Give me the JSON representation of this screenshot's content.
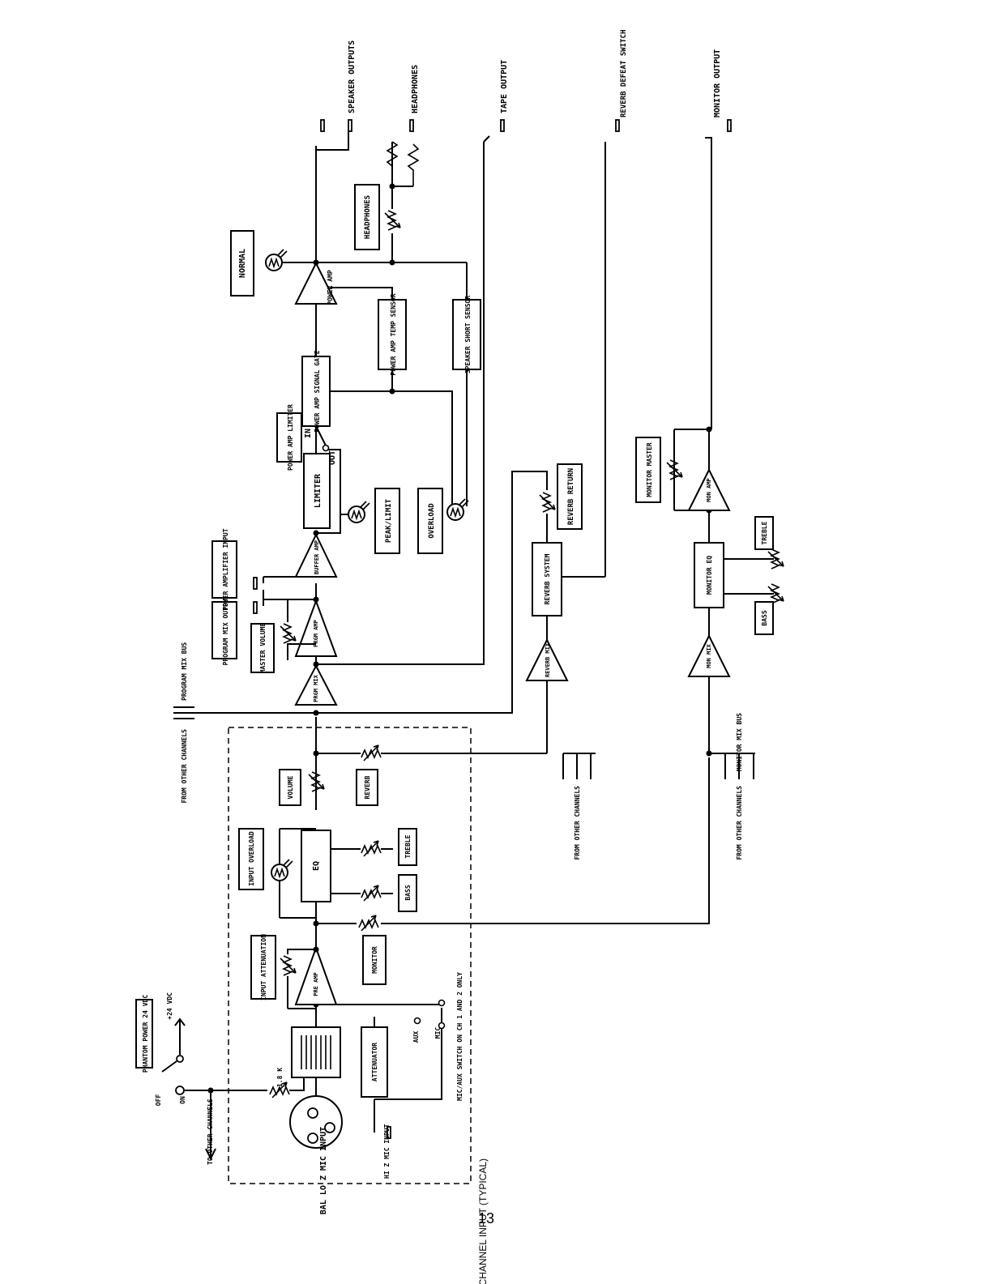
{
  "diagram": {
    "labels": {
      "speaker_outputs": "SPEAKER OUTPUTS",
      "headphones_jack": "HEADPHONES",
      "tape_output": "TAPE OUTPUT",
      "reverb_defeat_switch": "REVERB DEFEAT SWITCH",
      "monitor_output": "MONITOR OUTPUT",
      "normal": "NORMAL",
      "headphones_control": "HEADPHONES",
      "power_amp": "POWER AMP",
      "power_amp_temp_sensor": "POWER AMP TEMP SENSOR",
      "speaker_short_sensor": "SPEAKER SHORT SENSOR",
      "power_amp_signal_gate": "POWER AMP SIGNAL GATE",
      "power_amp_limiter": "POWER AMP LIMITER",
      "in": "IN",
      "out": "OUT",
      "limiter": "LIMITER",
      "peak_limit": "PEAK/LIMIT",
      "overload": "OVERLOAD",
      "reverb_return": "REVERB RETURN",
      "monitor_master": "MONITOR MASTER",
      "mon_amp": "MON AMP",
      "treble_monitor": "TREBLE",
      "power_amplifier_input": "POWER AMPLIFIER INPUT",
      "buffer_amp": "BUFFER AMP",
      "reverb_system": "REVERB SYSTEM",
      "monitor_eq": "MONITOR EQ",
      "bass_monitor": "BASS",
      "program_mix_output": "PROGRAM MIX OUTPUT",
      "master_volume": "MASTER VOLUME",
      "prgm_amp": "PRGM AMP",
      "reverb_mix": "REVERB MIX",
      "mon_mix": "MON MIX",
      "program_mix_bus": "PROGRAM MIX BUS",
      "prgm_mix": "PRGM MIX",
      "from_other_channels": "FROM OTHER CHANNELS",
      "monitor_mix_bus": "MONITOR MIX BUS",
      "volume": "VOLUME",
      "reverb": "REVERB",
      "input_overload": "INPUT OVERLOAD",
      "eq": "EQ",
      "treble": "TREBLE",
      "bass": "BASS",
      "input_attenuation": "INPUT ATTENUATION",
      "pre_amp": "PRE AMP",
      "monitor": "MONITOR",
      "mic_aux_note": "MIC/AUX SWITCH ON CH 1 AND 2 ONLY",
      "aux": "AUX",
      "mic": "MIC",
      "phantom_power": "PHANTOM POWER 24 VDC",
      "plus_24_vdc": "+24 VDC",
      "off": "OFF",
      "on": "ON",
      "resistor_1_8k": "1.8 K",
      "attenuator": "ATTENUATOR",
      "to_other_channels": "TO OTHER CHANNELS",
      "bal_lo_z_mic_input": "BAL LO Z MIC INPUT",
      "hi_z_mic_input": "HI Z MIC INPUT",
      "channel_input_typical": "CHANNEL INPUT (TYPICAL)"
    }
  },
  "page_number": "13"
}
